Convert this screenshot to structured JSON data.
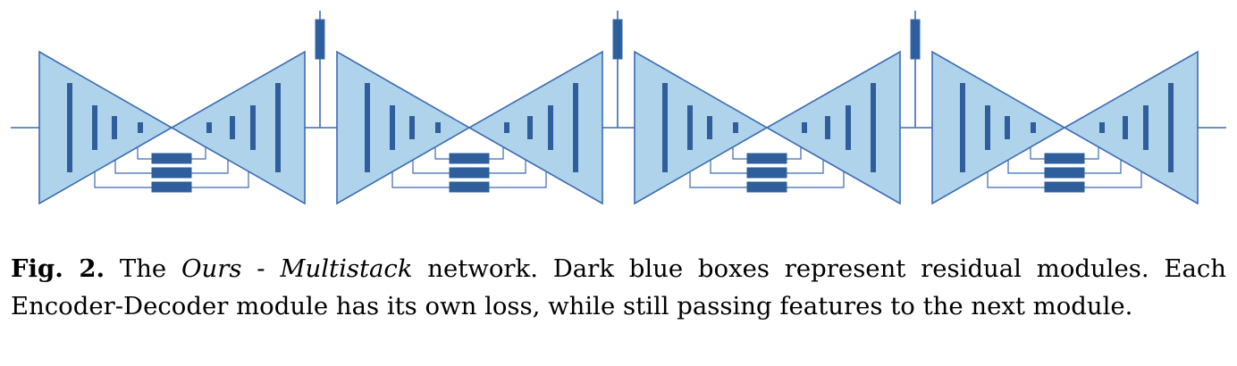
{
  "figure": {
    "module_count": 4,
    "colors": {
      "triangle_fill": "#aed3ea",
      "triangle_stroke": "#3b6bb3",
      "residual_box": "#2e5f9c"
    }
  },
  "caption": {
    "label": "Fig. 2.",
    "pre": " The ",
    "italic": "Ours - Multistack",
    "post": " network. Dark blue boxes represent residual modules. Each Encoder-Decoder module has its own loss, while still passing features to the next module."
  }
}
